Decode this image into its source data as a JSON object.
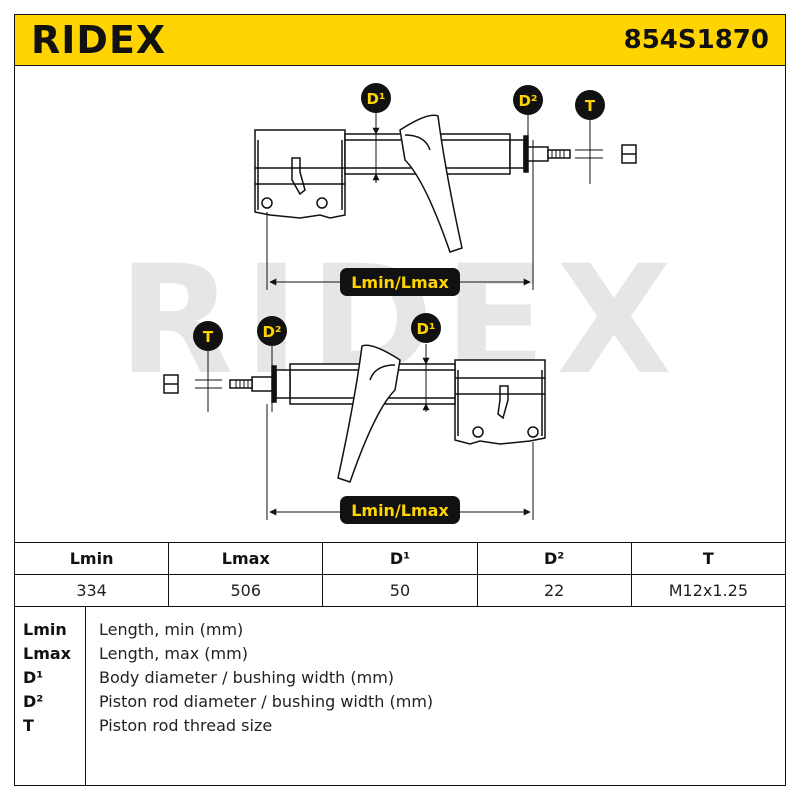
{
  "header": {
    "brand": "RIDEX",
    "part_number": "854S1870"
  },
  "watermark": "RIDEX",
  "callouts": {
    "d1": "D¹",
    "d2": "D²",
    "t": "T",
    "length": "Lmin/Lmax"
  },
  "table": {
    "headers": [
      "Lmin",
      "Lmax",
      "D¹",
      "D²",
      "T"
    ],
    "values": [
      "334",
      "506",
      "50",
      "22",
      "M12x1.25"
    ]
  },
  "legend": [
    {
      "symbol": "Lmin",
      "description": "Length, min (mm)"
    },
    {
      "symbol": "Lmax",
      "description": "Length, max (mm)"
    },
    {
      "symbol": "D¹",
      "description": "Body diameter / bushing width (mm)"
    },
    {
      "symbol": "D²",
      "description": "Piston rod diameter / bushing width (mm)"
    },
    {
      "symbol": "T",
      "description": "Piston rod thread size"
    }
  ],
  "colors": {
    "accent": "#ffd400",
    "ink": "#111111",
    "watermark": "#e6e6e6"
  }
}
